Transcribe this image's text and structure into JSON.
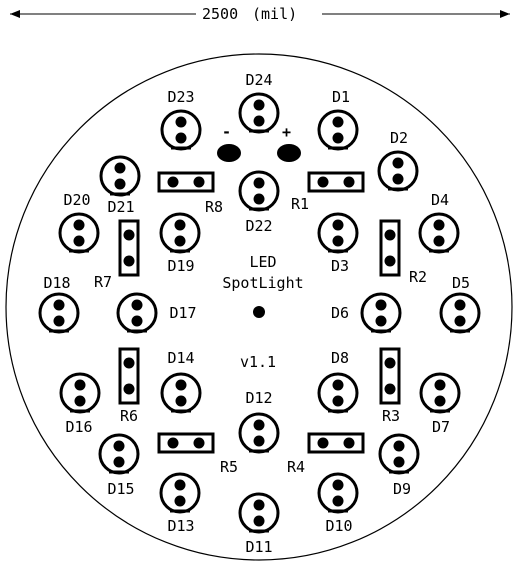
{
  "dimension": {
    "value": "2500",
    "unit": "(mil)"
  },
  "center_label": {
    "line1": "LED",
    "line2": "SpotLight"
  },
  "version": "v1.1",
  "polarity": {
    "minus": "-",
    "plus": "+"
  },
  "leds": [
    {
      "name": "D24",
      "label": "D24"
    },
    {
      "name": "D23",
      "label": "D23"
    },
    {
      "name": "D1",
      "label": "D1"
    },
    {
      "name": "D2",
      "label": "D2"
    },
    {
      "name": "D22",
      "label": "D22"
    },
    {
      "name": "D21",
      "label": "D21"
    },
    {
      "name": "D20",
      "label": "D20"
    },
    {
      "name": "D19",
      "label": "D19"
    },
    {
      "name": "D3",
      "label": "D3"
    },
    {
      "name": "D4",
      "label": "D4"
    },
    {
      "name": "D18",
      "label": "D18"
    },
    {
      "name": "D17",
      "label": "D17"
    },
    {
      "name": "D6",
      "label": "D6"
    },
    {
      "name": "D5",
      "label": "D5"
    },
    {
      "name": "D14",
      "label": "D14"
    },
    {
      "name": "D8",
      "label": "D8"
    },
    {
      "name": "D16",
      "label": "D16"
    },
    {
      "name": "D7",
      "label": "D7"
    },
    {
      "name": "D12",
      "label": "D12"
    },
    {
      "name": "D15",
      "label": "D15"
    },
    {
      "name": "D9",
      "label": "D9"
    },
    {
      "name": "D13",
      "label": "D13"
    },
    {
      "name": "D10",
      "label": "D10"
    },
    {
      "name": "D11",
      "label": "D11"
    }
  ],
  "resistors": [
    {
      "name": "R8",
      "label": "R8"
    },
    {
      "name": "R1",
      "label": "R1"
    },
    {
      "name": "R7",
      "label": "R7"
    },
    {
      "name": "R2",
      "label": "R2"
    },
    {
      "name": "R6",
      "label": "R6"
    },
    {
      "name": "R3",
      "label": "R3"
    },
    {
      "name": "R5",
      "label": "R5"
    },
    {
      "name": "R4",
      "label": "R4"
    }
  ]
}
